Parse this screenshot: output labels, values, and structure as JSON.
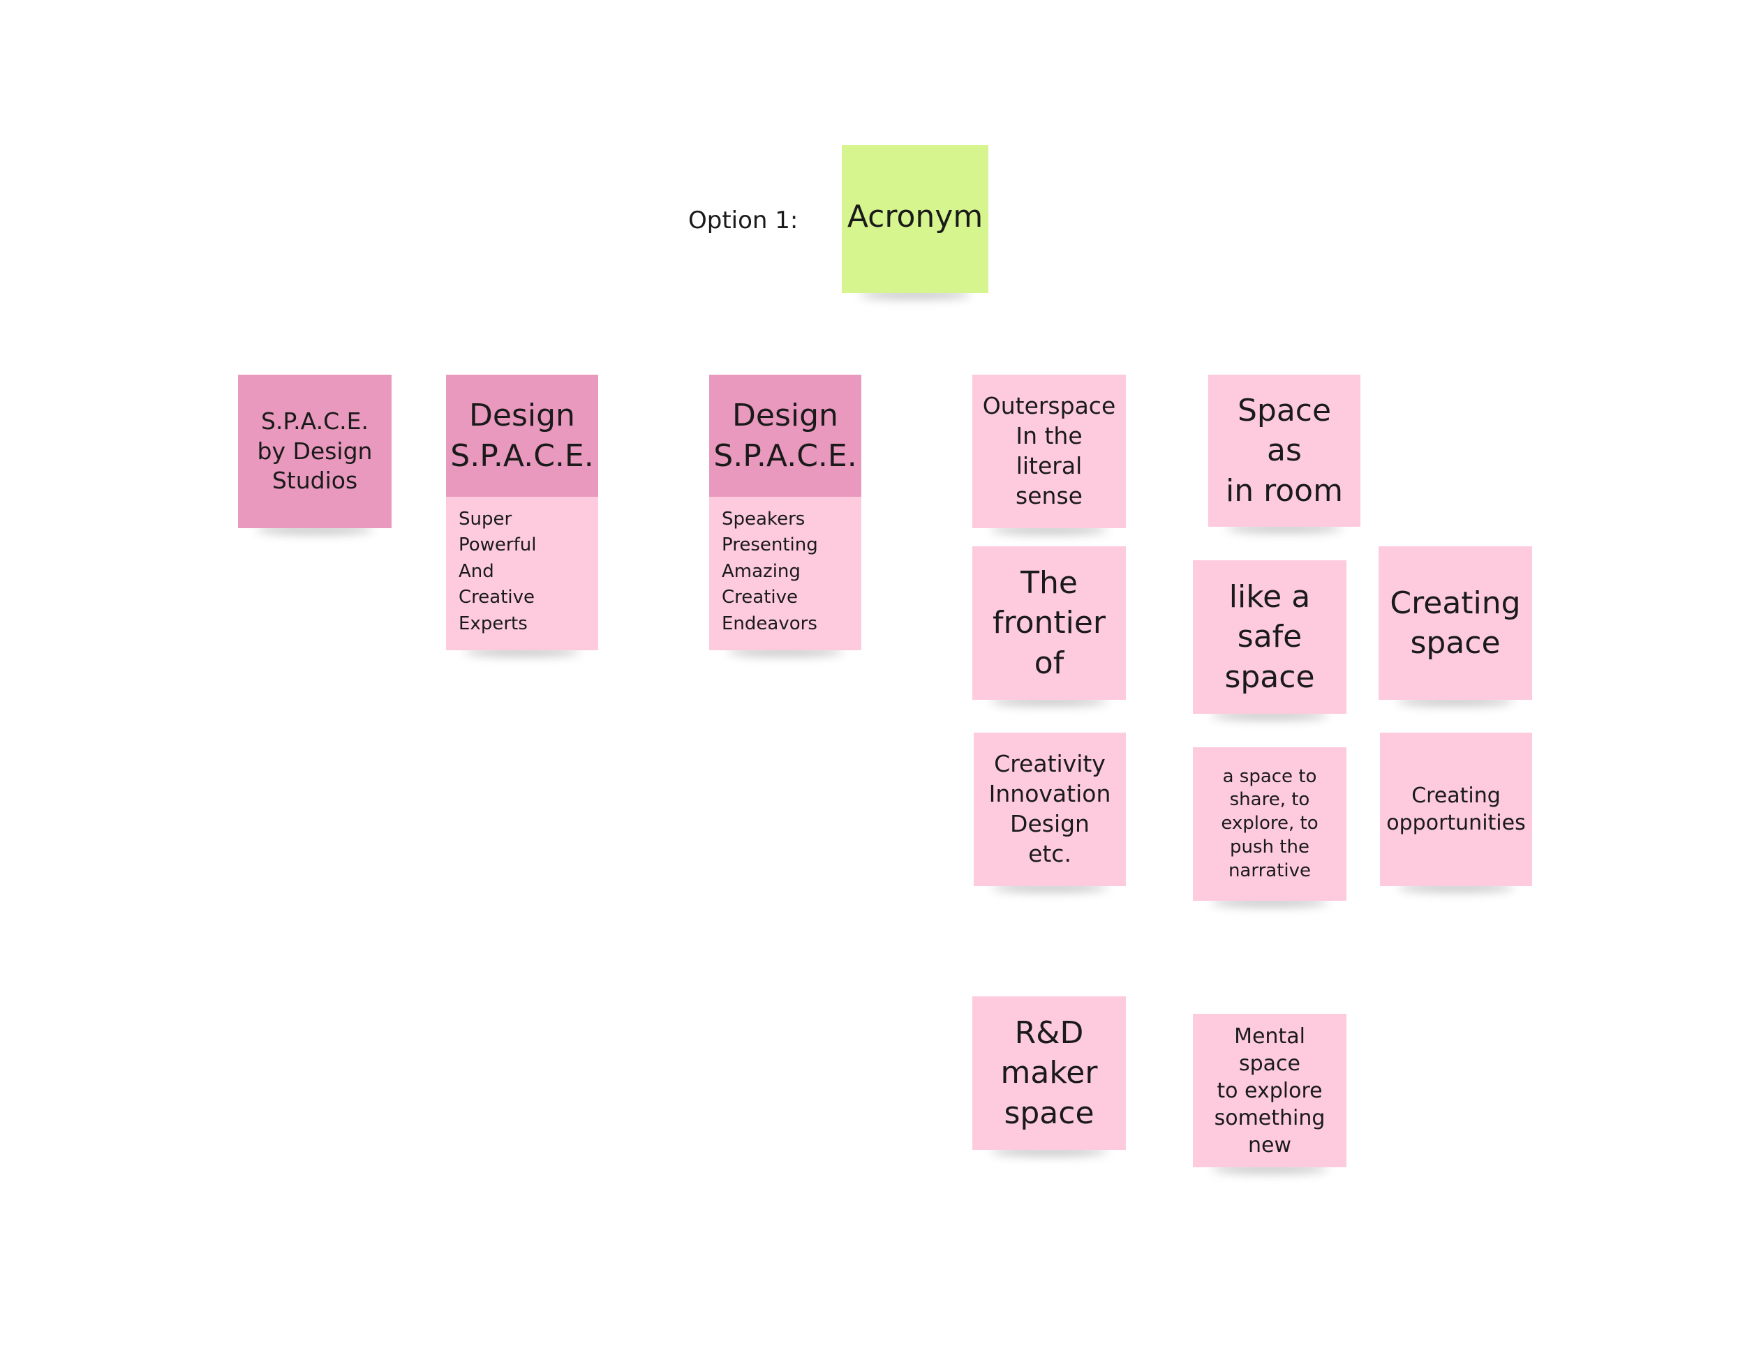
{
  "option_label": "Option 1:",
  "notes": {
    "acronym": "Acronym",
    "space_design_studios": "S.P.A.C.E.\nby Design\nStudios",
    "design_space_1": {
      "title": "Design\nS.P.A.C.E.",
      "expansion": "Super\nPowerful\nAnd\nCreative\nExperts"
    },
    "design_space_2": {
      "title": "Design\nS.P.A.C.E.",
      "expansion": "Speakers\nPresenting\nAmazing\nCreative\nEndeavors"
    },
    "outerspace": "Outerspace\nIn the\nliteral\nsense",
    "space_room": "Space as\nin room",
    "frontier": "The\nfrontier\nof",
    "safe_space": "like a\nsafe\nspace",
    "creating_space": "Creating\nspace",
    "creativity": "Creativity\nInnovation\nDesign\netc.",
    "share_explore": "a space to\nshare, to\nexplore, to\npush the\nnarrative",
    "creating_opportunities": "Creating\nopportunities",
    "maker_space": "R&D\nmaker\nspace",
    "mental_space": "Mental space\nto explore\nsomething\nnew"
  },
  "colors": {
    "green_note": "#d6f58e",
    "dark_pink_note": "#e899bd",
    "light_pink_note": "#fecbde"
  }
}
